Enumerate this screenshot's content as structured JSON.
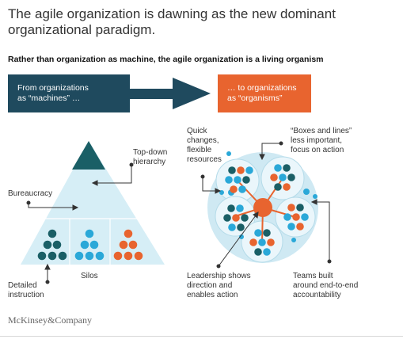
{
  "title_lines": [
    "The agile organization is dawning as the new dominant",
    "organizational paradigm."
  ],
  "subtitle": "Rather than organization as machine, the agile organization is a living organism",
  "left_box_lines": [
    "From organizations",
    "as “machines” …"
  ],
  "right_box_lines": [
    "… to organizations",
    "as “organisms”"
  ],
  "left_labels": {
    "top_down": [
      "Top-down",
      "hierarchy"
    ],
    "bureaucracy": [
      "Bureaucracy"
    ],
    "silos": [
      "Silos"
    ],
    "detailed": [
      "Detailed",
      "instruction"
    ]
  },
  "right_labels": {
    "quick": [
      "Quick",
      "changes,",
      "flexible",
      "resources"
    ],
    "boxes": [
      "“Boxes and lines”",
      "less important,",
      "focus on action"
    ],
    "leadership": [
      "Leadership shows",
      "direction and",
      "enables action"
    ],
    "teams": [
      "Teams built",
      "around end-to-end",
      "accountability"
    ]
  },
  "brand": "McKinsey&Company",
  "colors": {
    "navy": "#1f4a5e",
    "orange": "#e8642f",
    "teal_dark": "#1a5f66",
    "blue": "#2aa8d8",
    "pyramid_fill": "#d6eef6",
    "circle_fill": "#cfe9f3",
    "cell_fill": "#eaf6fb"
  }
}
